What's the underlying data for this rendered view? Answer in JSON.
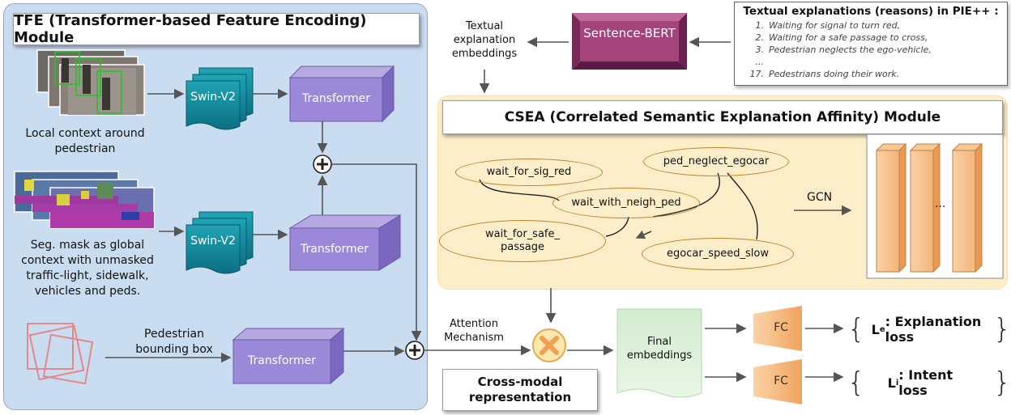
{
  "tfe": {
    "title": "TFE (Transformer-based Feature Encoding) Module",
    "local_context_label": "Local context around pedestrian",
    "seg_mask_label": "Seg. mask as global context with unmasked traffic-light, sidewalk, vehicles and peds.",
    "bbox_label": "Pedestrian bounding box",
    "swin_label": "Swin-V2",
    "transformer_label": "Transformer"
  },
  "textual": {
    "embeddings_label": "Textual explanation embeddings",
    "sbert_label": "Sentence-BERT"
  },
  "reasons": {
    "title": "Textual explanations (reasons) in PIE++ :",
    "items": [
      {
        "num": "1.",
        "text": "Waiting for signal to turn red,"
      },
      {
        "num": "2.",
        "text": "Waiting for a safe passage to cross,"
      },
      {
        "num": "3.",
        "text": "Pedestrian neglects the ego-vehicle,"
      },
      {
        "num": "...",
        "text": ""
      },
      {
        "num": "17.",
        "text": "Pedestrians doing their work."
      }
    ]
  },
  "csea": {
    "title": "CSEA (Correlated Semantic Explanation Affinity) Module",
    "nodes": {
      "wait_for_sig_red": "wait_for_sig_red",
      "wait_with_neigh_ped": "wait_with_neigh_ped",
      "wait_for_safe_passage": "wait_for_safe_ passage",
      "ped_neglect_egocar": "ped_neglect_egocar",
      "egocar_speed_slow": "egocar_speed_slow"
    },
    "gcn_label": "GCN",
    "ellipsis": "..."
  },
  "fusion": {
    "attention_label": "Attention Mechanism",
    "cross_modal_label": "Cross-modal representation",
    "final_embeddings_label": "Final embeddings",
    "fc_label": "FC"
  },
  "losses": {
    "explanation_sub": "e",
    "explanation_text": ": Explanation loss",
    "intent_sub": "i",
    "intent_text": ": Intent loss",
    "loss_letter": "L"
  }
}
